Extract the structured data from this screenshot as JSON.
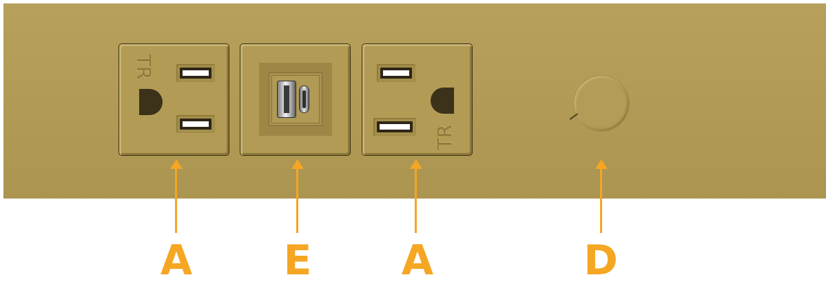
{
  "callouts": [
    {
      "label": "A"
    },
    {
      "label": "E"
    },
    {
      "label": "A"
    },
    {
      "label": "D"
    }
  ],
  "outlets": [
    {
      "marking": "TR"
    },
    {
      "marking": "TR"
    }
  ],
  "colors": {
    "panel": "#b29c58",
    "callout": "#f5a623"
  }
}
